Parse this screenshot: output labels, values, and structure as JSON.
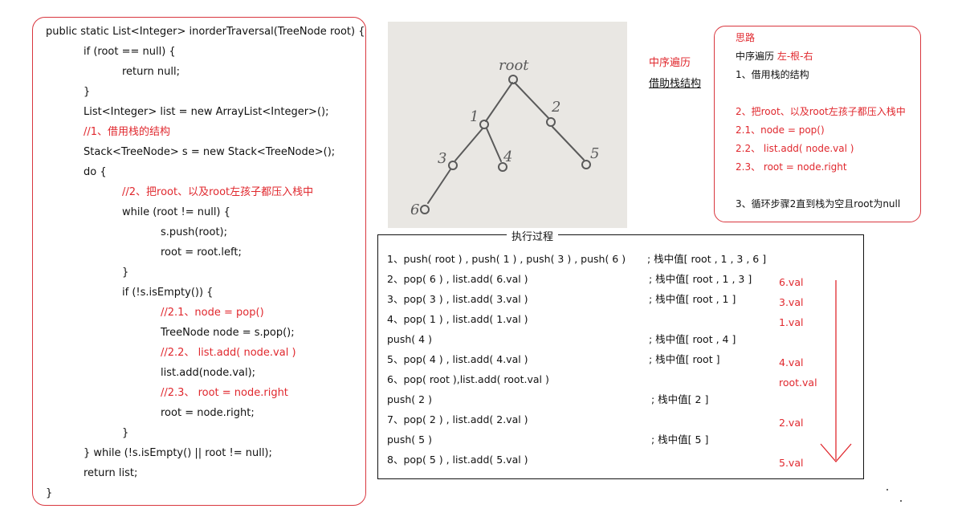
{
  "code_lines": [
    {
      "text": "public static List<Integer> inorderTraversal(TreeNode root) {",
      "indent": 0,
      "red": false
    },
    {
      "text": "if (root == null) {",
      "indent": 1,
      "red": false
    },
    {
      "text": "return null;",
      "indent": 2,
      "red": false
    },
    {
      "text": "}",
      "indent": 1,
      "red": false
    },
    {
      "text": "List<Integer> list = new ArrayList<Integer>();",
      "indent": 1,
      "red": false
    },
    {
      "text": "//1、借用栈的结构",
      "indent": 1,
      "red": true
    },
    {
      "text": "Stack<TreeNode> s = new Stack<TreeNode>();",
      "indent": 1,
      "red": false
    },
    {
      "text": "do {",
      "indent": 1,
      "red": false
    },
    {
      "text": "//2、把root、以及root左孩子都压入栈中",
      "indent": 2,
      "red": true
    },
    {
      "text": "while (root != null) {",
      "indent": 2,
      "red": false
    },
    {
      "text": "s.push(root);",
      "indent": 3,
      "red": false
    },
    {
      "text": "root = root.left;",
      "indent": 3,
      "red": false
    },
    {
      "text": "}",
      "indent": 2,
      "red": false
    },
    {
      "text": "if (!s.isEmpty()) {",
      "indent": 2,
      "red": false
    },
    {
      "text": "//2.1、node = pop()",
      "indent": 3,
      "red": true
    },
    {
      "text": "TreeNode node = s.pop();",
      "indent": 3,
      "red": false
    },
    {
      "text": "//2.2、 list.add( node.val )",
      "indent": 3,
      "red": true
    },
    {
      "text": "list.add(node.val);",
      "indent": 3,
      "red": false
    },
    {
      "text": "//2.3、 root = node.right",
      "indent": 3,
      "red": true
    },
    {
      "text": "root = node.right;",
      "indent": 3,
      "red": false
    },
    {
      "text": "}",
      "indent": 2,
      "red": false
    },
    {
      "text": "} while (!s.isEmpty() || root != null);",
      "indent": 1,
      "red": false
    },
    {
      "text": "return list;",
      "indent": 1,
      "red": false
    },
    {
      "text": "}",
      "indent": 0,
      "red": false
    }
  ],
  "tree_labels": {
    "root": "root",
    "n1": "1",
    "n2": "2",
    "n3": "3",
    "n4": "4",
    "n5": "5",
    "n6": "6"
  },
  "side_labels": {
    "inorder": "中序遍历",
    "stack_structure": "借助栈结构"
  },
  "ideas": {
    "title": "思路",
    "line1_prefix": "中序遍历 ",
    "line1_highlight": "左-根-右",
    "line2": "1、借用栈的结构",
    "line3": "2、把root、以及root左孩子都压入栈中",
    "line4": "2.1、node = pop()",
    "line5": "2.2、 list.add( node.val )",
    "line6": "2.3、 root = node.right",
    "line7": "3、循环步骤2直到栈为空且root为null"
  },
  "process": {
    "title": "执行过程",
    "steps": [
      {
        "action": "1、push( root ) , push( 1 ) , push( 3 ) , push( 6 )",
        "stack": "; 栈中值[ root , 1 , 3  , 6 ]"
      },
      {
        "action": "2、pop( 6 )    ,  list.add( 6.val )",
        "stack": "; 栈中值[ root , 1 , 3 ]"
      },
      {
        "action": "3、pop( 3 )    ,  list.add( 3.val )",
        "stack": "; 栈中值[ root , 1 ]"
      },
      {
        "action": "4、pop( 1 )    ,  list.add( 1.val )",
        "stack": ""
      },
      {
        "action": "     push( 4 )",
        "stack": "; 栈中值[ root , 4 ]"
      },
      {
        "action": "5、pop( 4 )    , list.add( 4.val )",
        "stack": "; 栈中值[ root ]"
      },
      {
        "action": "6、pop( root ),list.add( root.val )",
        "stack": ""
      },
      {
        "action": "     push( 2 )",
        "stack": "; 栈中值[ 2 ]"
      },
      {
        "action": "7、pop( 2 )    , list.add( 2.val )",
        "stack": ""
      },
      {
        "action": "     push( 5 )",
        "stack": "; 栈中值[ 5 ]"
      },
      {
        "action": "8、pop( 5 )    , list.add( 5.val )",
        "stack": ""
      }
    ],
    "outputs": [
      "6.val",
      "3.val",
      "1.val",
      "4.val",
      "root.val",
      "2.val",
      "5.val"
    ]
  },
  "colors": {
    "accent_red": "#e0282e",
    "border_red": "#d9363e",
    "photo_bg": "#e9e7e3",
    "pencil": "#5a5a5a"
  }
}
